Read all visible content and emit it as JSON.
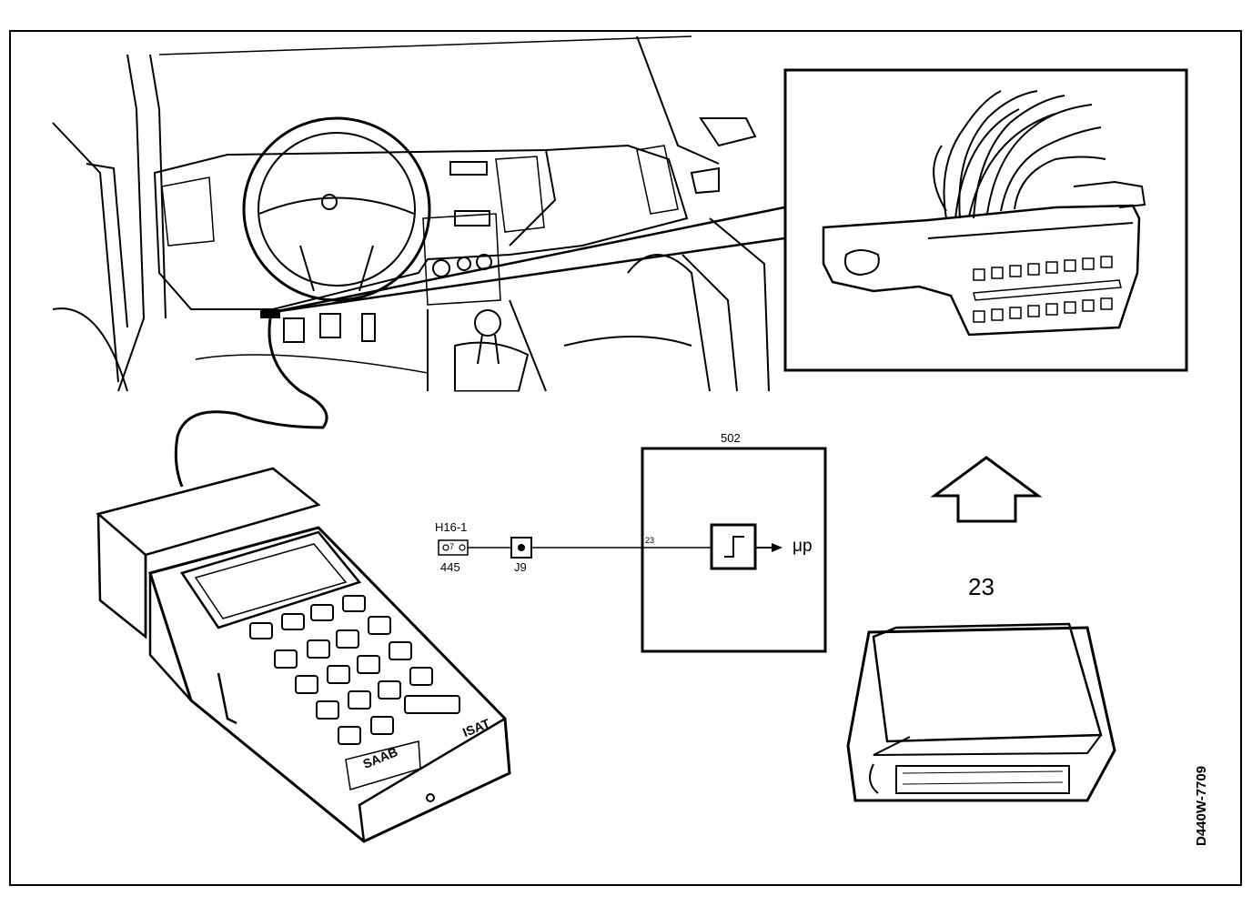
{
  "module_box": {
    "label": "502",
    "input_pin": "23",
    "output_label": "μp"
  },
  "connector": {
    "name": "H16-1",
    "pins": "7",
    "wire": "445"
  },
  "junction": {
    "name": "J9"
  },
  "ecu": {
    "label": "23"
  },
  "tester": {
    "brand": "SAAB",
    "model": "ISAT"
  },
  "figure_code": "D440W-7709",
  "icons": [
    "up-arrow-icon",
    "step-function-icon",
    "signal-arrow-icon"
  ]
}
